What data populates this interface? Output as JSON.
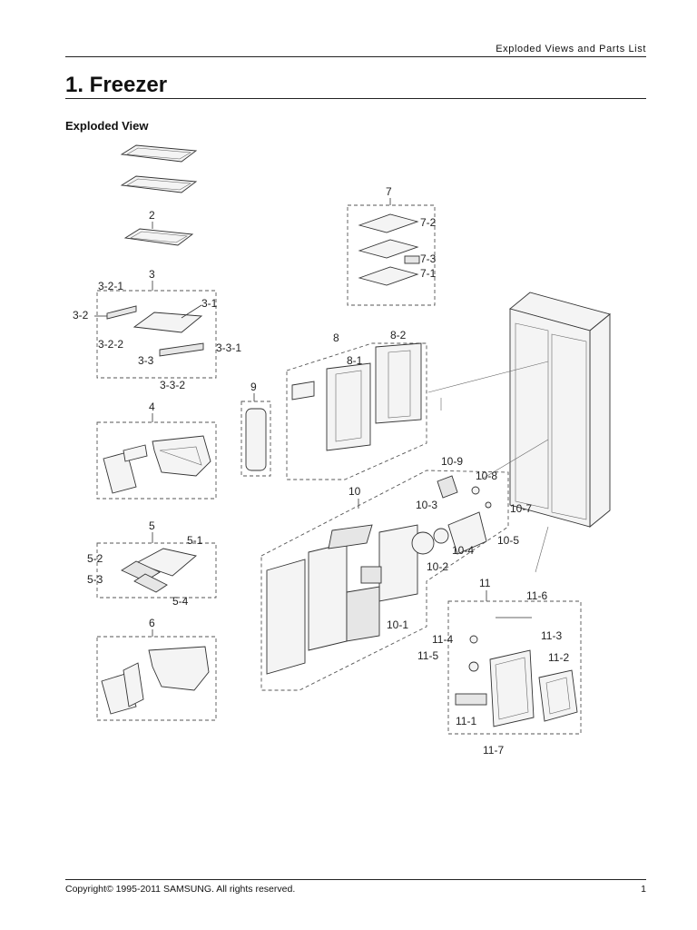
{
  "header": {
    "title": "Exploded Views and Parts List"
  },
  "section": {
    "title": "1.  Freezer",
    "subtitle": "Exploded View"
  },
  "labels": {
    "p2": "2",
    "p3": "3",
    "p3_1": "3-1",
    "p3_2": "3-2",
    "p3_2_1": "3-2-1",
    "p3_2_2": "3-2-2",
    "p3_3": "3-3",
    "p3_3_1": "3-3-1",
    "p3_3_2": "3-3-2",
    "p4": "4",
    "p5": "5",
    "p5_1": "5-1",
    "p5_2": "5-2",
    "p5_3": "5-3",
    "p5_4": "5-4",
    "p6": "6",
    "p7": "7",
    "p7_1": "7-1",
    "p7_2": "7-2",
    "p7_3": "7-3",
    "p8": "8",
    "p8_1": "8-1",
    "p8_2": "8-2",
    "p9": "9",
    "p10": "10",
    "p10_1": "10-1",
    "p10_2": "10-2",
    "p10_3": "10-3",
    "p10_4": "10-4",
    "p10_5": "10-5",
    "p10_7": "10-7",
    "p10_8": "10-8",
    "p10_9": "10-9",
    "p11": "11",
    "p11_1": "11-1",
    "p11_2": "11-2",
    "p11_3": "11-3",
    "p11_4": "11-4",
    "p11_5": "11-5",
    "p11_6": "11-6",
    "p11_7": "11-7"
  },
  "footer": {
    "copyright": "Copyright© 1995-2011 SAMSUNG. All rights reserved.",
    "page_number": "1"
  }
}
